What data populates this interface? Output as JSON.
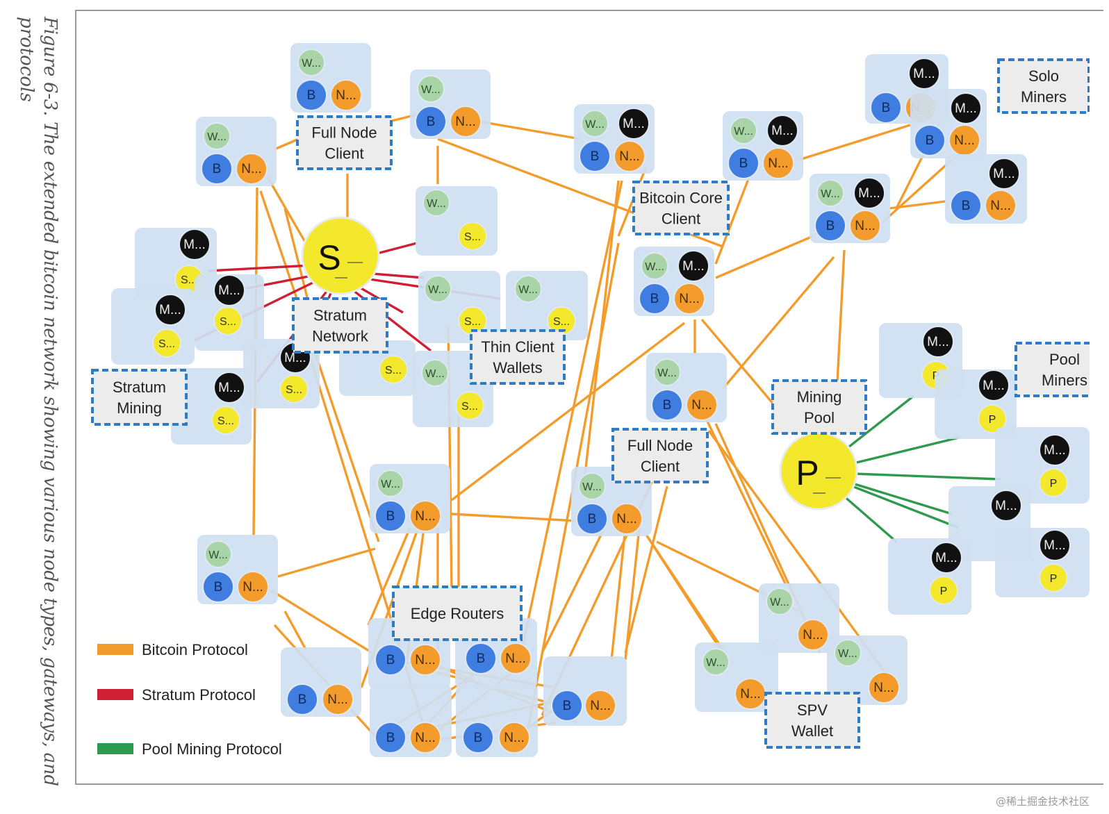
{
  "caption": {
    "line1": "Figure 6-3. The extended bitcoin network showing various node types, gateways, and",
    "line2": "protocols"
  },
  "groups": {
    "solo_miners": "Solo Miners",
    "pool_miners": "Pool Miners",
    "full_node_client_top": "Full Node Client",
    "bitcoin_core_client": "Bitcoin Core Client",
    "stratum_network": "Stratum Network",
    "thin_client_wallets": "Thin Client Wallets",
    "stratum_mining": "Stratum Mining",
    "mining_pool": "Mining Pool",
    "full_node_client_mid": "Full Node Client",
    "edge_routers": "Edge Routers",
    "spv_wallet": "SPV Wallet"
  },
  "nodes": {
    "wallet": "W...",
    "blockchain": "B",
    "network": "N...",
    "miner": "M...",
    "stratum": "S...",
    "pool": "P"
  },
  "hubs": {
    "stratum_server": "S",
    "pool_server": "P"
  },
  "legend": [
    {
      "label": "Bitcoin Protocol",
      "color": "#f39c2c"
    },
    {
      "label": "Stratum Protocol",
      "color": "#cf1f35"
    },
    {
      "label": "Pool Mining Protocol",
      "color": "#2e9a4e"
    }
  ],
  "colors": {
    "node_bg": "#cfe0f1",
    "wallet": "#a8d4a8",
    "blockchain": "#3f7ee0",
    "network": "#f39c2c",
    "miner": "#111111",
    "stratum": "#f4e82c",
    "group_border": "#2f7bc4"
  },
  "watermark": "@稀土掘金技术社区"
}
